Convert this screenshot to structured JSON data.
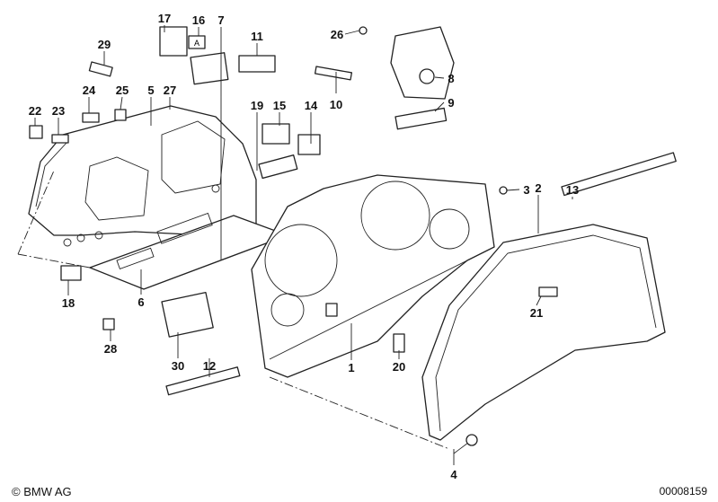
{
  "diagram": {
    "part_labels": {
      "p1": "1",
      "p2": "2",
      "p3": "3",
      "p4": "4",
      "p5": "5",
      "p6": "6",
      "p7": "7",
      "p8": "8",
      "p9": "9",
      "p10": "10",
      "p11": "11",
      "p12": "12",
      "p13": "13",
      "p14": "14",
      "p15": "15",
      "p16": "16",
      "p17": "17",
      "p18": "18",
      "p19": "19",
      "p20": "20",
      "p21": "21",
      "p22": "22",
      "p23": "23",
      "p24": "24",
      "p25": "25",
      "p26": "26",
      "p27": "27",
      "p28": "28",
      "p29": "29",
      "p30": "30"
    },
    "component_text": {
      "insert_letter": "A"
    }
  },
  "footer": {
    "copyright": "© BMW AG",
    "diagram_number": "00008159"
  }
}
